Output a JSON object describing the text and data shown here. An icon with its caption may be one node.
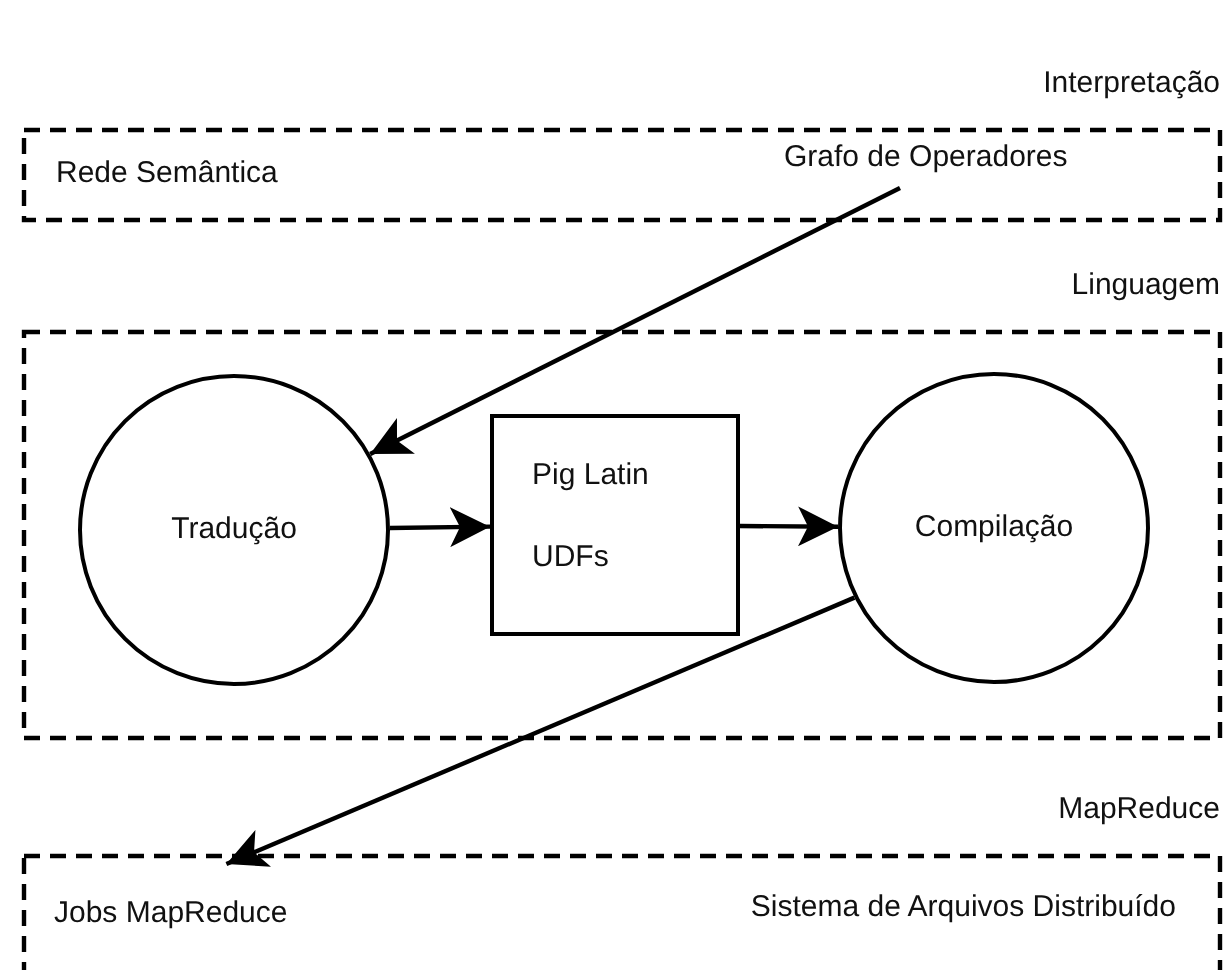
{
  "diagram": {
    "nodes": [
      {
        "text": [
          "Interpretação",
          "Rede Semântica"
        ]
      },
      {
        "text": [
          "Grafo de Operadores"
        ],
        "in": 0
      },
      {
        "text": [
          "Linguagem"
        ]
      },
      {
        "text": [
          "Tradução"
        ],
        "in": 2
      },
      {
        "text": [
          "Pig Latin",
          "UDFs"
        ],
        "in": 2
      },
      {
        "text": [
          "Compilação"
        ],
        "in": 2
      },
      {
        "text": [
          "MapReduce",
          "Sistema de Arquivos Distribuído"
        ]
      },
      {
        "text": [
          "Jobs MapReduce"
        ],
        "in": 6
      }
    ],
    "edges": [
      {
        "from": 1,
        "to": 3,
        "arrow": "to"
      },
      {
        "from": 3,
        "to": 4,
        "arrow": "to"
      },
      {
        "from": 4,
        "to": 5,
        "arrow": "to"
      },
      {
        "from": 5,
        "to": 7,
        "arrow": "to"
      }
    ]
  }
}
